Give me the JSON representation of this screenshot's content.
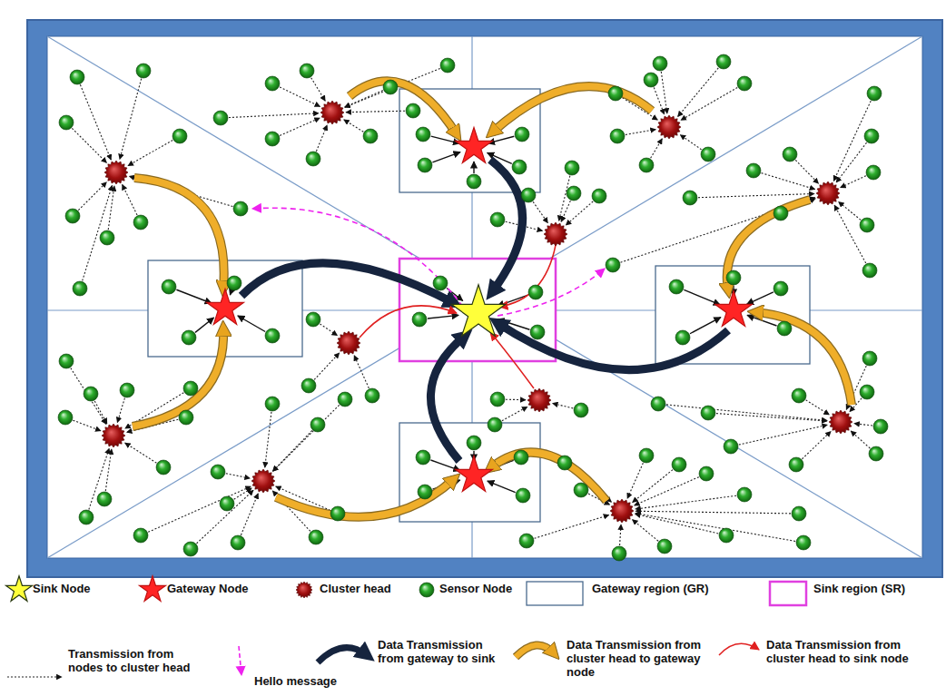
{
  "diagram": {
    "legend": [
      {
        "text": "Sink Node"
      },
      {
        "text": "Gateway Node"
      },
      {
        "text": "Cluster head"
      },
      {
        "text": "Sensor Node"
      },
      {
        "text": "Gateway region (GR)"
      },
      {
        "text": "Sink region (SR)"
      },
      {
        "text": "Transmission from nodes to cluster head"
      },
      {
        "text": "Hello message"
      },
      {
        "text": "Data Transmission from gateway to sink"
      },
      {
        "text": "Data Transmission from cluster head to gateway node"
      },
      {
        "text": "Data Transmission from cluster head to sink node"
      }
    ]
  }
}
